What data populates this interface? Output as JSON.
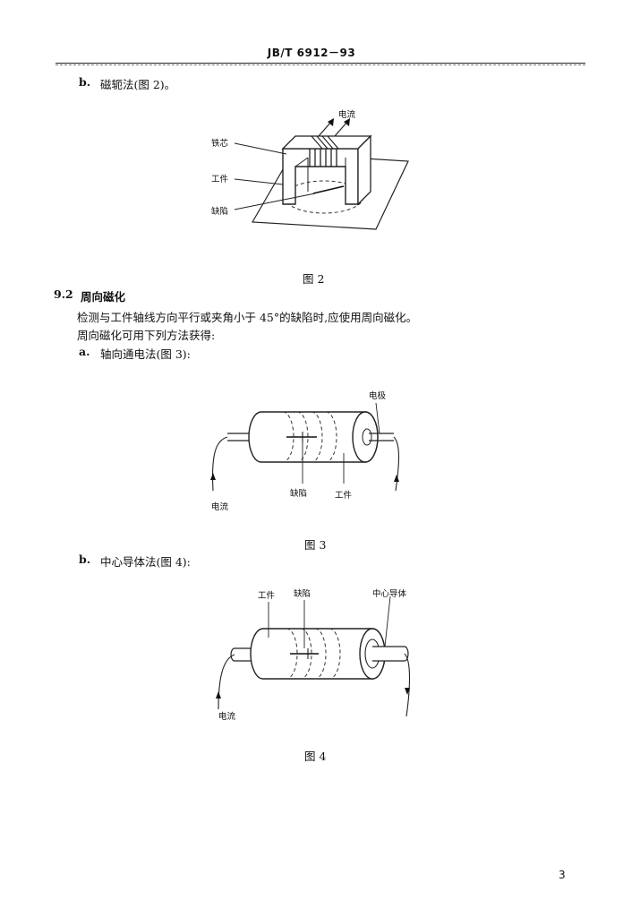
{
  "header": {
    "doc_code": "JB/T 6912－93"
  },
  "item_b1": {
    "marker": "b.",
    "text": "磁轭法(图 2)。"
  },
  "figure2": {
    "labels": {
      "current": "电流",
      "core": "铁芯",
      "workpiece": "工件",
      "defect": "缺陷"
    },
    "caption": "图 2"
  },
  "section_9_2": {
    "number": "9.2",
    "title": "周向磁化",
    "para1": "检测与工件轴线方向平行或夹角小于 45°的缺陷时,应使用周向磁化。",
    "para2": "周向磁化可用下列方法获得:"
  },
  "item_a": {
    "marker": "a.",
    "text": "轴向通电法(图 3):"
  },
  "figure3": {
    "labels": {
      "electrode": "电极",
      "defect": "缺陷",
      "workpiece": "工件",
      "current": "电流"
    },
    "caption": "图 3"
  },
  "item_b2": {
    "marker": "b.",
    "text": "中心导体法(图 4):"
  },
  "figure4": {
    "labels": {
      "workpiece": "工件",
      "defect": "缺陷",
      "center_conductor": "中心导体",
      "current": "电流"
    },
    "caption": "图 4"
  },
  "page_number": "3"
}
